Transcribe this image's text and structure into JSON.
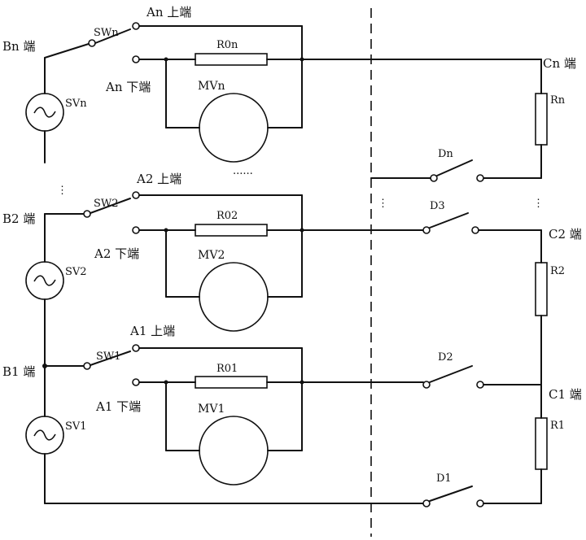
{
  "labels": {
    "An_top": "An 上端",
    "An_bot": "An 下端",
    "Bn": "Bn 端",
    "Cn": "Cn 端",
    "SWn": "SWn",
    "R0n": "R0n",
    "MVn": "MVn",
    "SVn": "SVn",
    "Rn": "Rn",
    "Dn": "Dn",
    "A2_top": "A2 上端",
    "A2_bot": "A2 下端",
    "B2": "B2 端",
    "C2": "C2 端",
    "SW2": "SW2",
    "R02": "R02",
    "MV2": "MV2",
    "SV2": "SV2",
    "R2": "R2",
    "D3": "D3",
    "A1_top": "A1 上端",
    "A1_bot": "A1 下端",
    "B1": "B1 端",
    "C1": "C1 端",
    "SW1": "SW1",
    "R01": "R01",
    "MV1": "MV1",
    "SV1": "SV1",
    "R1": "R1",
    "D2": "D2",
    "D1": "D1",
    "dots_mid": "......",
    "vdots": "⋮"
  }
}
